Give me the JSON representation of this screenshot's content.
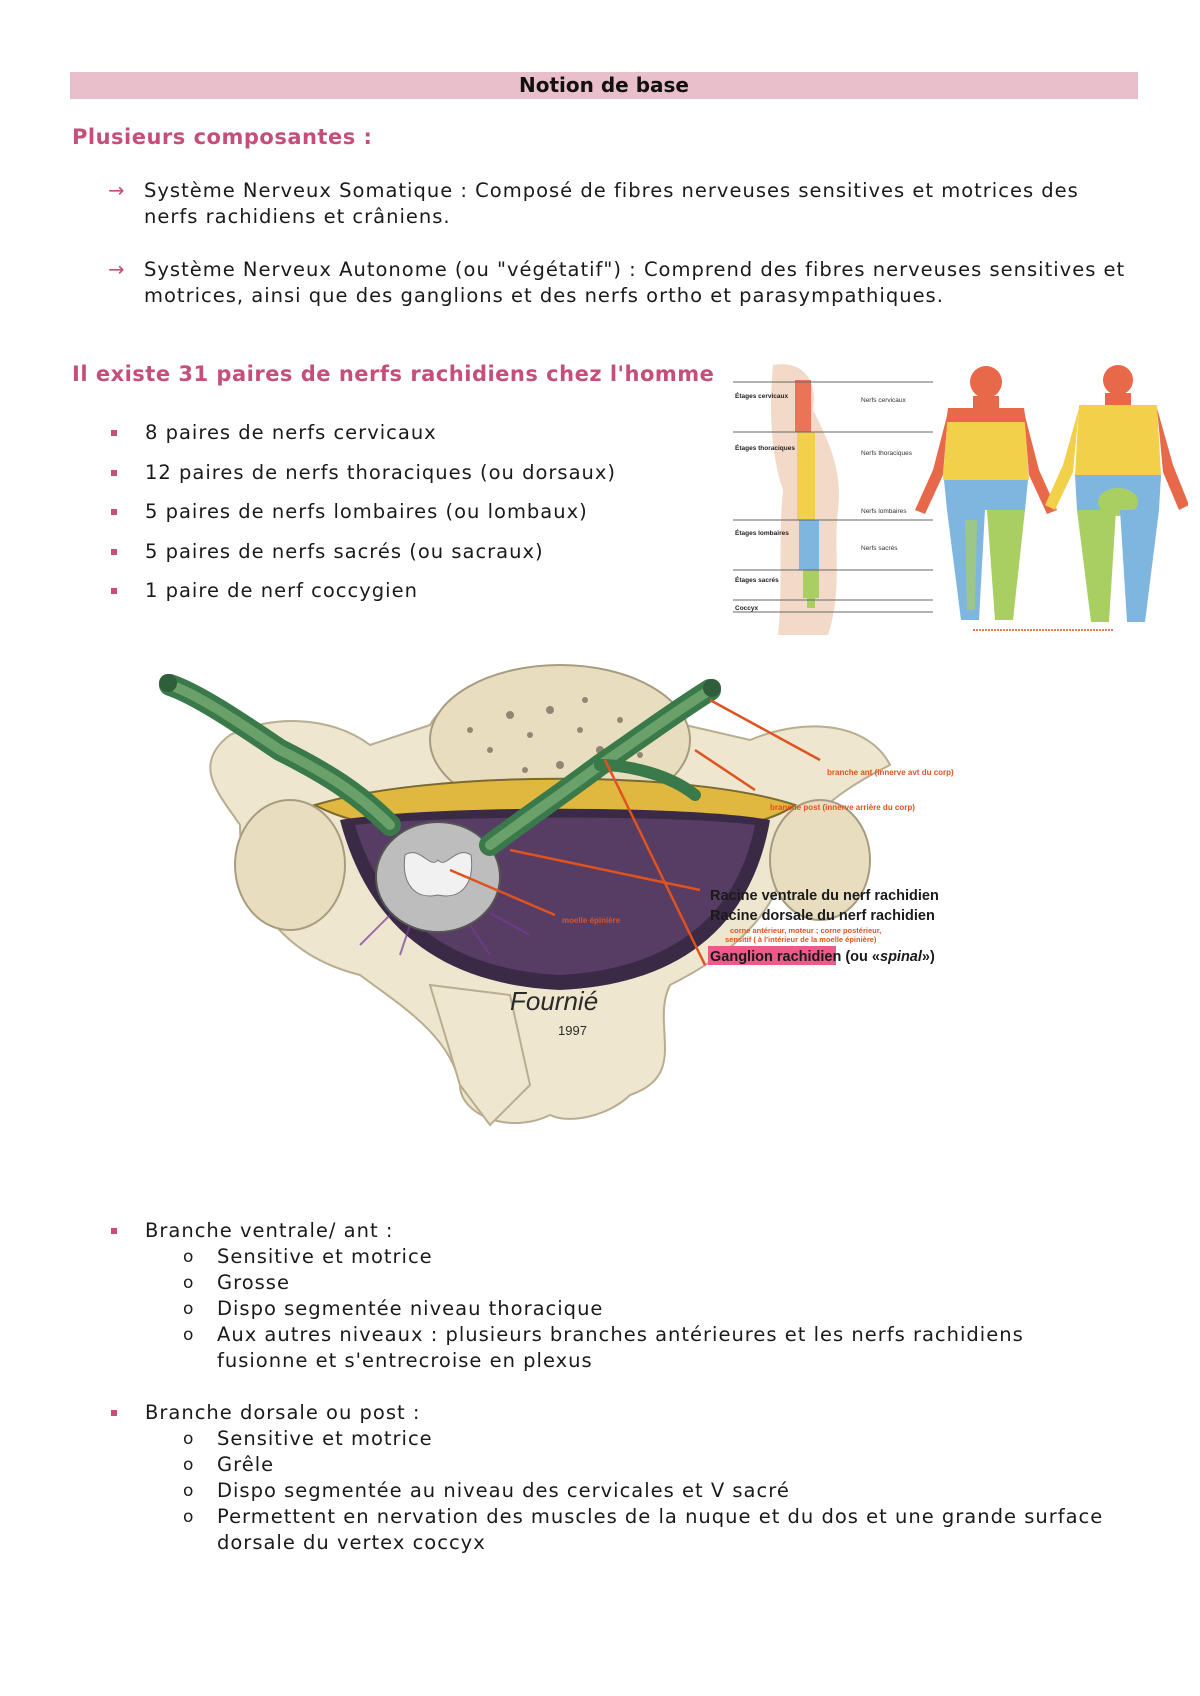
{
  "banner": "Notion de base",
  "sections": {
    "composantes_heading": "Plusieurs composantes :",
    "composantes": [
      {
        "marker": "→",
        "text": "Système Nerveux Somatique : Composé de fibres nerveuses sensitives et motrices des nerfs rachidiens et crâniens."
      },
      {
        "marker": "→",
        "text": "Système Nerveux Autonome (ou \"végétatif\") : Comprend des fibres nerveuses sensitives et motrices, ainsi que des ganglions et des nerfs ortho et parasympathiques."
      }
    ],
    "paires_heading": "Il existe 31 paires de nerfs rachidiens chez l'homme",
    "paires": [
      "8 paires de nerfs cervicaux",
      "12 paires de nerfs thoraciques (ou dorsaux)",
      "5 paires de nerfs lombaires (ou lombaux)",
      "5 paires de nerfs sacrés (ou sacraux)",
      "1 paire de nerf coccygien"
    ]
  },
  "spine_figure": {
    "labels_left": [
      "Étages cervicaux",
      "Étages thoraciques",
      "Étages lombaires",
      "Étages sacrés",
      "Coccyx"
    ],
    "labels_right": [
      "Nerfs cervicaux",
      "Nerfs thoraciques",
      "Nerfs lombaires",
      "Nerfs sacrés"
    ],
    "colors": {
      "cervical": "#e8684a",
      "thoracic": "#f2d04a",
      "lumbar": "#7fb6e0",
      "sacral": "#a9cf62"
    }
  },
  "vertebra_figure": {
    "annotations": {
      "branche_ant": "branche ant (innerve avt du corp)",
      "branche_post": "branche post (innerve arrière du corp)",
      "moelle": "moelle épinière",
      "racine_ventrale": "Racine ventrale du nerf rachidien",
      "racine_dorsale": "Racine dorsale du nerf rachidien",
      "corne_note_1": "corne antérieur, moteur ; corne postérieur,",
      "corne_note_2": "sensitif ( à l'intérieur de la moelle épinière)",
      "ganglion": "Ganglion rachidien",
      "ganglion_suffix_1": " (ou «",
      "ganglion_suffix_em": "spinal",
      "ganglion_suffix_2": "»)"
    },
    "annotation_color": "#e0521e",
    "signature": "Fournié",
    "signature_year": "1997"
  },
  "branches": [
    {
      "title": "Branche ventrale/ ant :",
      "items": [
        "Sensitive et motrice",
        "Grosse",
        "Dispo segmentée niveau thoracique",
        "Aux autres niveaux : plusieurs branches antérieures et les nerfs rachidiens fusionne et s'entrecroise en plexus"
      ]
    },
    {
      "title": "Branche dorsale ou post :",
      "items": [
        "Sensitive et motrice",
        "Grêle",
        "Dispo segmentée au niveau des cervicales et V sacré",
        "Permettent en nervation des muscles de la nuque et du dos et une grande surface dorsale du vertex coccyx"
      ]
    }
  ]
}
